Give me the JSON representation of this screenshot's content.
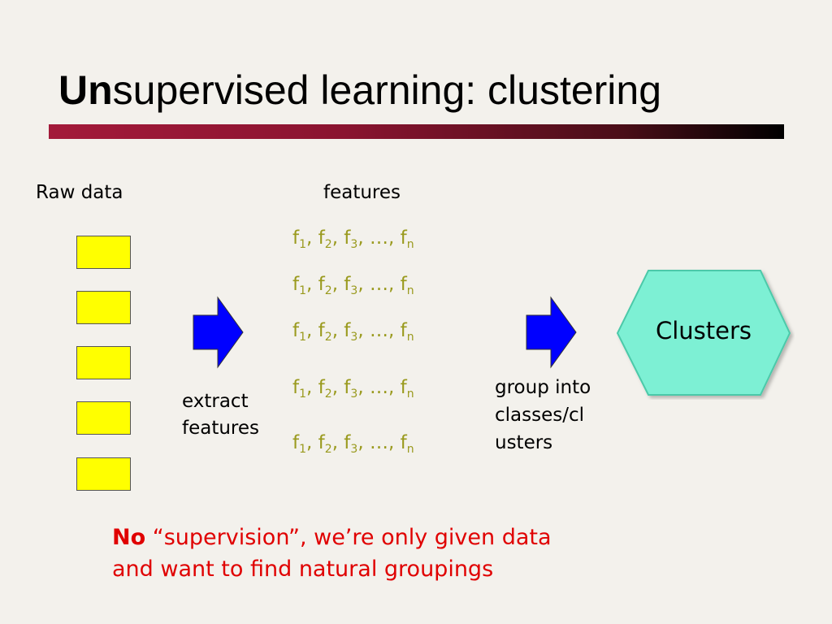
{
  "title": {
    "bold": "Un",
    "rest": "supervised learning: clustering"
  },
  "raw_data": {
    "label": "Raw data",
    "box_count": 5,
    "box_color": "#ffff00"
  },
  "features": {
    "label": "features",
    "rows": [
      {
        "items": [
          "f",
          "1",
          ", f",
          "2",
          ", f",
          "3",
          ", …, f",
          "n"
        ]
      },
      {
        "items": [
          "f",
          "1",
          ", f",
          "2",
          ", f",
          "3",
          ", …, f",
          "n"
        ]
      },
      {
        "items": [
          "f",
          "1",
          ", f",
          "2",
          ", f",
          "3",
          ", …, f",
          "n"
        ]
      },
      {
        "items": [
          "f",
          "1",
          ", f",
          "2",
          ", f",
          "3",
          ", …, f",
          "n"
        ]
      },
      {
        "items": [
          "f",
          "1",
          ", f",
          "2",
          ", f",
          "3",
          ", …, f",
          "n"
        ]
      }
    ],
    "color": "#9a9a1e"
  },
  "steps": {
    "extract": [
      "extract",
      "features"
    ],
    "group": [
      "group into",
      "classes/cl",
      "usters"
    ]
  },
  "clusters": {
    "label": "Clusters",
    "fill": "#7df0d4",
    "stroke": "#4cc9a9"
  },
  "arrow_color": "#0000ff",
  "note": {
    "bold": "No",
    "line1": " “supervision”, we’re only given data",
    "line2": "and want to find natural groupings"
  }
}
